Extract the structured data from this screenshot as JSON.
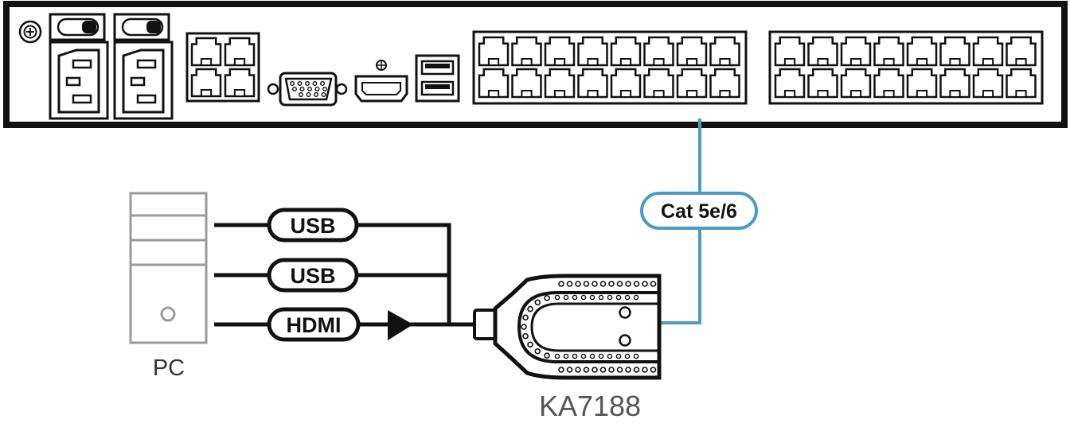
{
  "labels": {
    "usb_1": "USB",
    "usb_2": "USB",
    "hdmi": "HDMI",
    "cat_cable": "Cat 5e/6",
    "pc": "PC",
    "adapter": "KA7188"
  },
  "device_ports": {
    "power_inlets": 2,
    "power_switches": 2,
    "rj45_small_block": 4,
    "usb_stacked": 2,
    "rj45_group_1": 16,
    "rj45_group_2": 16
  },
  "colors": {
    "line": "#111111",
    "cat_cable": "#4a9cc4",
    "pc_outline": "#9a9a9a",
    "adapter_label": "#555555"
  }
}
